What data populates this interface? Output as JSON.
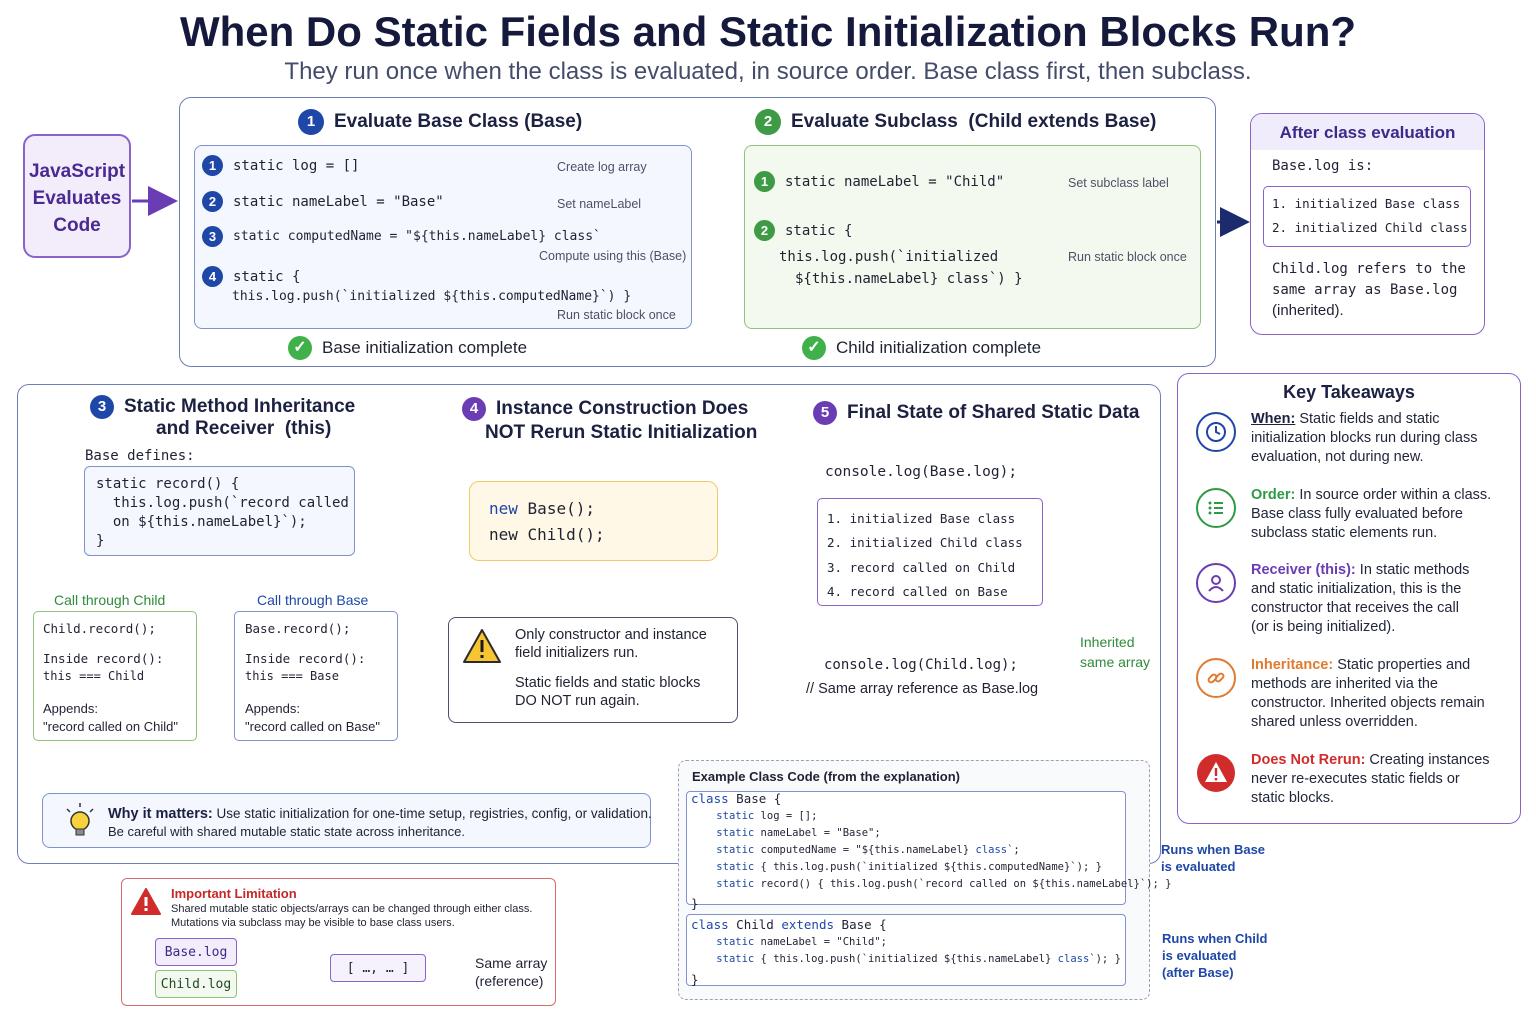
{
  "title": "When Do Static Fields and Static Initialization Blocks Run?",
  "subtitle": "They run once when the class is evaluated, in source order. Base class first, then subclass.",
  "js_box": {
    "line1": "JavaScript",
    "line2": "Evaluates",
    "line3": "Code"
  },
  "step1": {
    "num": "1",
    "heading": "Evaluate Base Class (Base)",
    "items": [
      {
        "num": "1",
        "code": "static log = []",
        "note": "Create log array"
      },
      {
        "num": "2",
        "code": "static nameLabel = \"Base\"",
        "note": "Set nameLabel"
      },
      {
        "num": "3",
        "code": "static computedName = \"${this.nameLabel} class`",
        "note": "Compute using this (Base)"
      },
      {
        "num": "4",
        "code": "static {",
        "code2": "this.log.push(`initialized ${this.computedName}`) }",
        "note": "Run static block once"
      }
    ],
    "complete": "Base initialization complete"
  },
  "step2": {
    "num": "2",
    "heading": "Evaluate Subclass  (Child extends Base)",
    "items": [
      {
        "num": "1",
        "code": "static nameLabel = \"Child\"",
        "note": "Set subclass label"
      },
      {
        "num": "2",
        "code": "static {",
        "code2": "this.log.push(`initialized",
        "code3": "${this.nameLabel} class`) }",
        "note": "Run static block once"
      }
    ],
    "complete": "Child initialization complete"
  },
  "after": {
    "heading": "After class evaluation",
    "intro": "Base.log is:",
    "list": [
      "1. initialized Base class",
      "2. initialized Child class"
    ],
    "refers_1": "Child.log refers to the",
    "refers_2": "same array as Base.log",
    "refers_3": "(inherited)."
  },
  "step3": {
    "num": "3",
    "heading1": "Static Method Inheritance",
    "heading2": "and Receiver  (this)",
    "defines": "Base defines:",
    "code": [
      "static record() {",
      "  this.log.push(`record called",
      "  on ${this.nameLabel}`);",
      "}"
    ],
    "child": {
      "label": "Call through Child",
      "call": "Child.record();",
      "inside": "Inside record():",
      "this_is": "this === Child",
      "appends": "Appends:",
      "value": "\"record called on Child\""
    },
    "base": {
      "label": "Call through Base",
      "call": "Base.record();",
      "inside": "Inside record():",
      "this_is": "this === Base",
      "appends": "Appends:",
      "value": "\"record called on Base\""
    }
  },
  "step4": {
    "num": "4",
    "heading1": "Instance Construction Does",
    "heading2": "NOT Rerun Static Initialization",
    "kw": "new",
    "code1": "Base();",
    "code2": "new Child();",
    "warn1": "Only constructor and instance",
    "warn2": "field initializers run.",
    "warn3": "Static fields and static blocks",
    "warn4": "DO NOT run again."
  },
  "step5": {
    "num": "5",
    "heading": "Final State of Shared Static Data",
    "log1": "console.log(Base.log);",
    "list": [
      "1. initialized Base class",
      "2. initialized Child class",
      "3. record called on Child",
      "4. record called on Base"
    ],
    "log2": "console.log(Child.log);",
    "comment": "// Same array reference as Base.log",
    "inherited1": "Inherited",
    "inherited2": "same array"
  },
  "why": {
    "key": "Why it matters:",
    "text1": " Use static initialization for one-time setup, registries, config, or validation.",
    "text2": "Be careful with shared mutable static state across inheritance."
  },
  "limitation": {
    "heading": "Important Limitation",
    "text1": "Shared mutable static objects/arrays can be changed through either class.",
    "text2": "Mutations via subclass may be visible to base class users.",
    "base_log": "Base.log",
    "child_log": "Child.log",
    "array": "[ …, … ]",
    "same1": "Same array",
    "same2": "(reference)"
  },
  "example": {
    "heading": "Example Class Code (from the explanation)",
    "base_lines": [
      "class Base {",
      "    static log = [];",
      "    static nameLabel = \"Base\";",
      "    static computedName = \"${this.nameLabel} class`;",
      "    static { this.log.push(`initialized ${this.computedName}`); }",
      "    static record() { this.log.push(`record called on ${this.nameLabel}`); }",
      "}"
    ],
    "child_lines": [
      "class Child extends Base {",
      "    static nameLabel = \"Child\";",
      "    static { this.log.push(`initialized ${this.nameLabel} class`); }",
      "}"
    ],
    "runs_base1": "Runs when Base",
    "runs_base2": "is evaluated",
    "runs_child1": "Runs when Child",
    "runs_child2": "is evaluated",
    "runs_child3": "(after Base)"
  },
  "takeaways": {
    "heading": "Key Takeaways",
    "items": [
      {
        "key": "When:",
        "l1": " Static fields and static",
        "l2": "initialization blocks run during class",
        "l3": "evaluation, not during new.",
        "l4": "",
        "icon": "clock-icon",
        "color": "#1f47a8"
      },
      {
        "key": "Order:",
        "l1": " In source order within a class.",
        "l2": "Base class fully evaluated before",
        "l3": "subclass static elements run.",
        "l4": "",
        "icon": "list-icon",
        "color": "#2f9a44"
      },
      {
        "key": "Receiver (this):",
        "l1": " In static methods",
        "l2": "and static initialization, this is the",
        "l3": "constructor that receives the call",
        "l4": "(or is being initialized).",
        "icon": "user-icon",
        "color": "#6a3db5"
      },
      {
        "key": "Inheritance:",
        "l1": " Static properties and",
        "l2": "methods are inherited via the",
        "l3": "constructor. Inherited objects remain",
        "l4": "shared unless overridden.",
        "icon": "link-icon",
        "color": "#e07a2e"
      },
      {
        "key": "Does Not Rerun:",
        "l1": " Creating instances",
        "l2": "never re-executes static fields or",
        "l3": "static blocks.",
        "l4": "",
        "icon": "warning-icon",
        "color": "#d12c2c"
      }
    ]
  }
}
